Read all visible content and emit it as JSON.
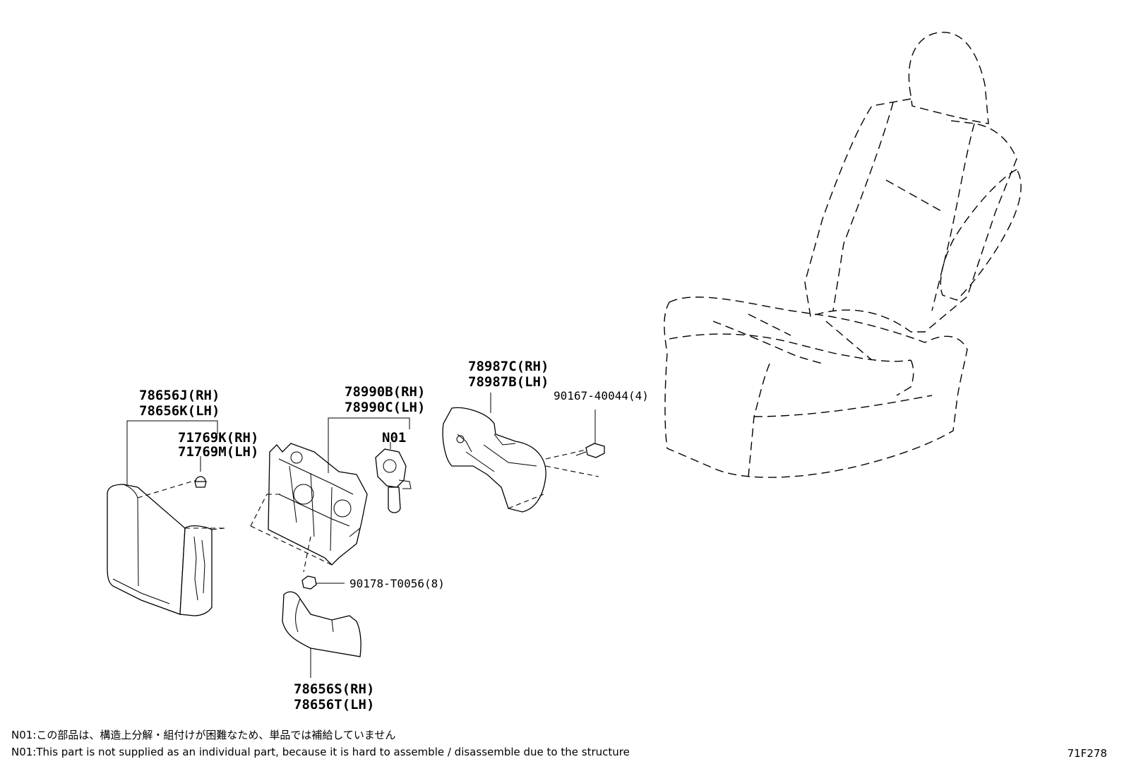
{
  "labels": {
    "seat_cover_upper_rh": "78656J(RH)",
    "seat_cover_upper_lh": "78656K(LH)",
    "clip_rh": "71769K(RH)",
    "clip_lh": "71769M(LH)",
    "adjuster_rh": "78990B(RH)",
    "adjuster_lh": "78990C(LH)",
    "motor_note_ref": "N01",
    "bracket_rh": "78987C(RH)",
    "bracket_lh": "78987B(LH)",
    "screw": "90167-40044(4)",
    "nut": "90178-T0056(8)",
    "seat_cover_lower_rh": "78656S(RH)",
    "seat_cover_lower_lh": "78656T(LH)"
  },
  "notes": {
    "jp": "N01:この部品は、構造上分解・組付けが困難なため、単品では補給していません",
    "en": "N01:This part is not supplied as an individual part, because it is hard to assemble / disassemble due to the structure"
  },
  "diagram_code": "71F278"
}
